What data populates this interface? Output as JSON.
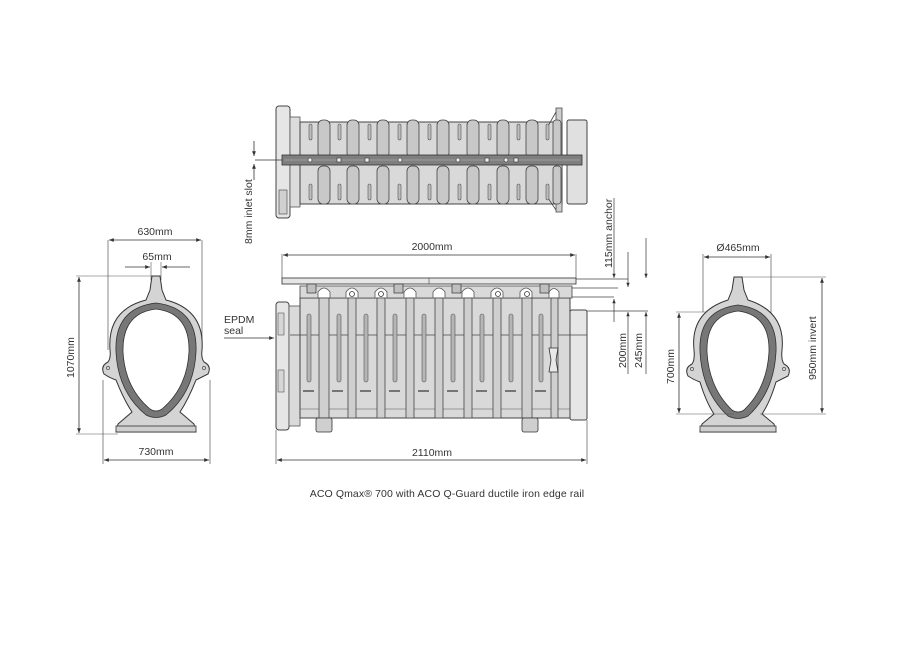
{
  "drawing": {
    "title": "ACO Qmax® 700 with ACO Q-Guard ductile iron edge rail",
    "colors": {
      "line": "#333333",
      "body_fill": "#d9d9d9",
      "body_fill_light": "#e6e6e6",
      "rail_fill": "#8c8c8c",
      "background": "#ffffff"
    },
    "views": {
      "plan": {
        "label": "plan view (top)",
        "dimensions": {
          "inlet_slot": "8mm inlet slot"
        }
      },
      "side": {
        "label": "side elevation",
        "dimensions": {
          "rail_length": "2000mm",
          "overall_length": "2110mm",
          "anchor": "115mm anchor",
          "depth_a": "200mm",
          "depth_b": "245mm",
          "seal_label_line1": "EPDM",
          "seal_label_line2": "seal"
        }
      },
      "end_left": {
        "label": "end section (left)",
        "dimensions": {
          "top_width": "630mm",
          "slot_width": "65mm",
          "height": "1070mm",
          "base_width": "730mm"
        }
      },
      "end_right": {
        "label": "end section (right)",
        "dimensions": {
          "diameter": "Ø465mm",
          "inner_height": "700mm",
          "invert": "950mm invert"
        }
      }
    }
  }
}
